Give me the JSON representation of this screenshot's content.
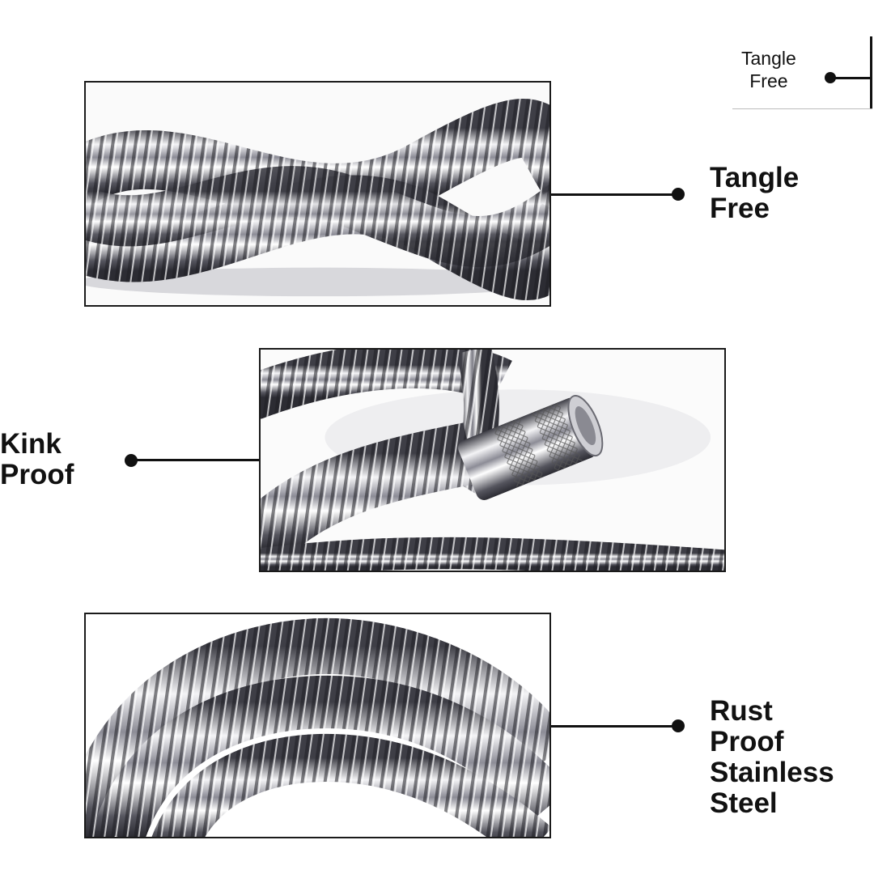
{
  "colors": {
    "background": "#ffffff",
    "ink": "#111111",
    "chrome_light": "#e9e9ec",
    "chrome_dark": "#4a4a52"
  },
  "corner_callout": {
    "lines": [
      "Tangle",
      "Free"
    ]
  },
  "features": [
    {
      "id": "tangle-free",
      "lines": [
        "Tangle",
        "Free"
      ],
      "image": "braided-steel-hose-photo"
    },
    {
      "id": "kink-proof",
      "lines": [
        "Kink",
        "Proof"
      ],
      "image": "hose-with-knurled-connector-photo"
    },
    {
      "id": "rust-proof",
      "lines": [
        "Rust",
        "Proof",
        "Stainless",
        "Steel"
      ],
      "image": "coiled-steel-hose-photo"
    }
  ]
}
